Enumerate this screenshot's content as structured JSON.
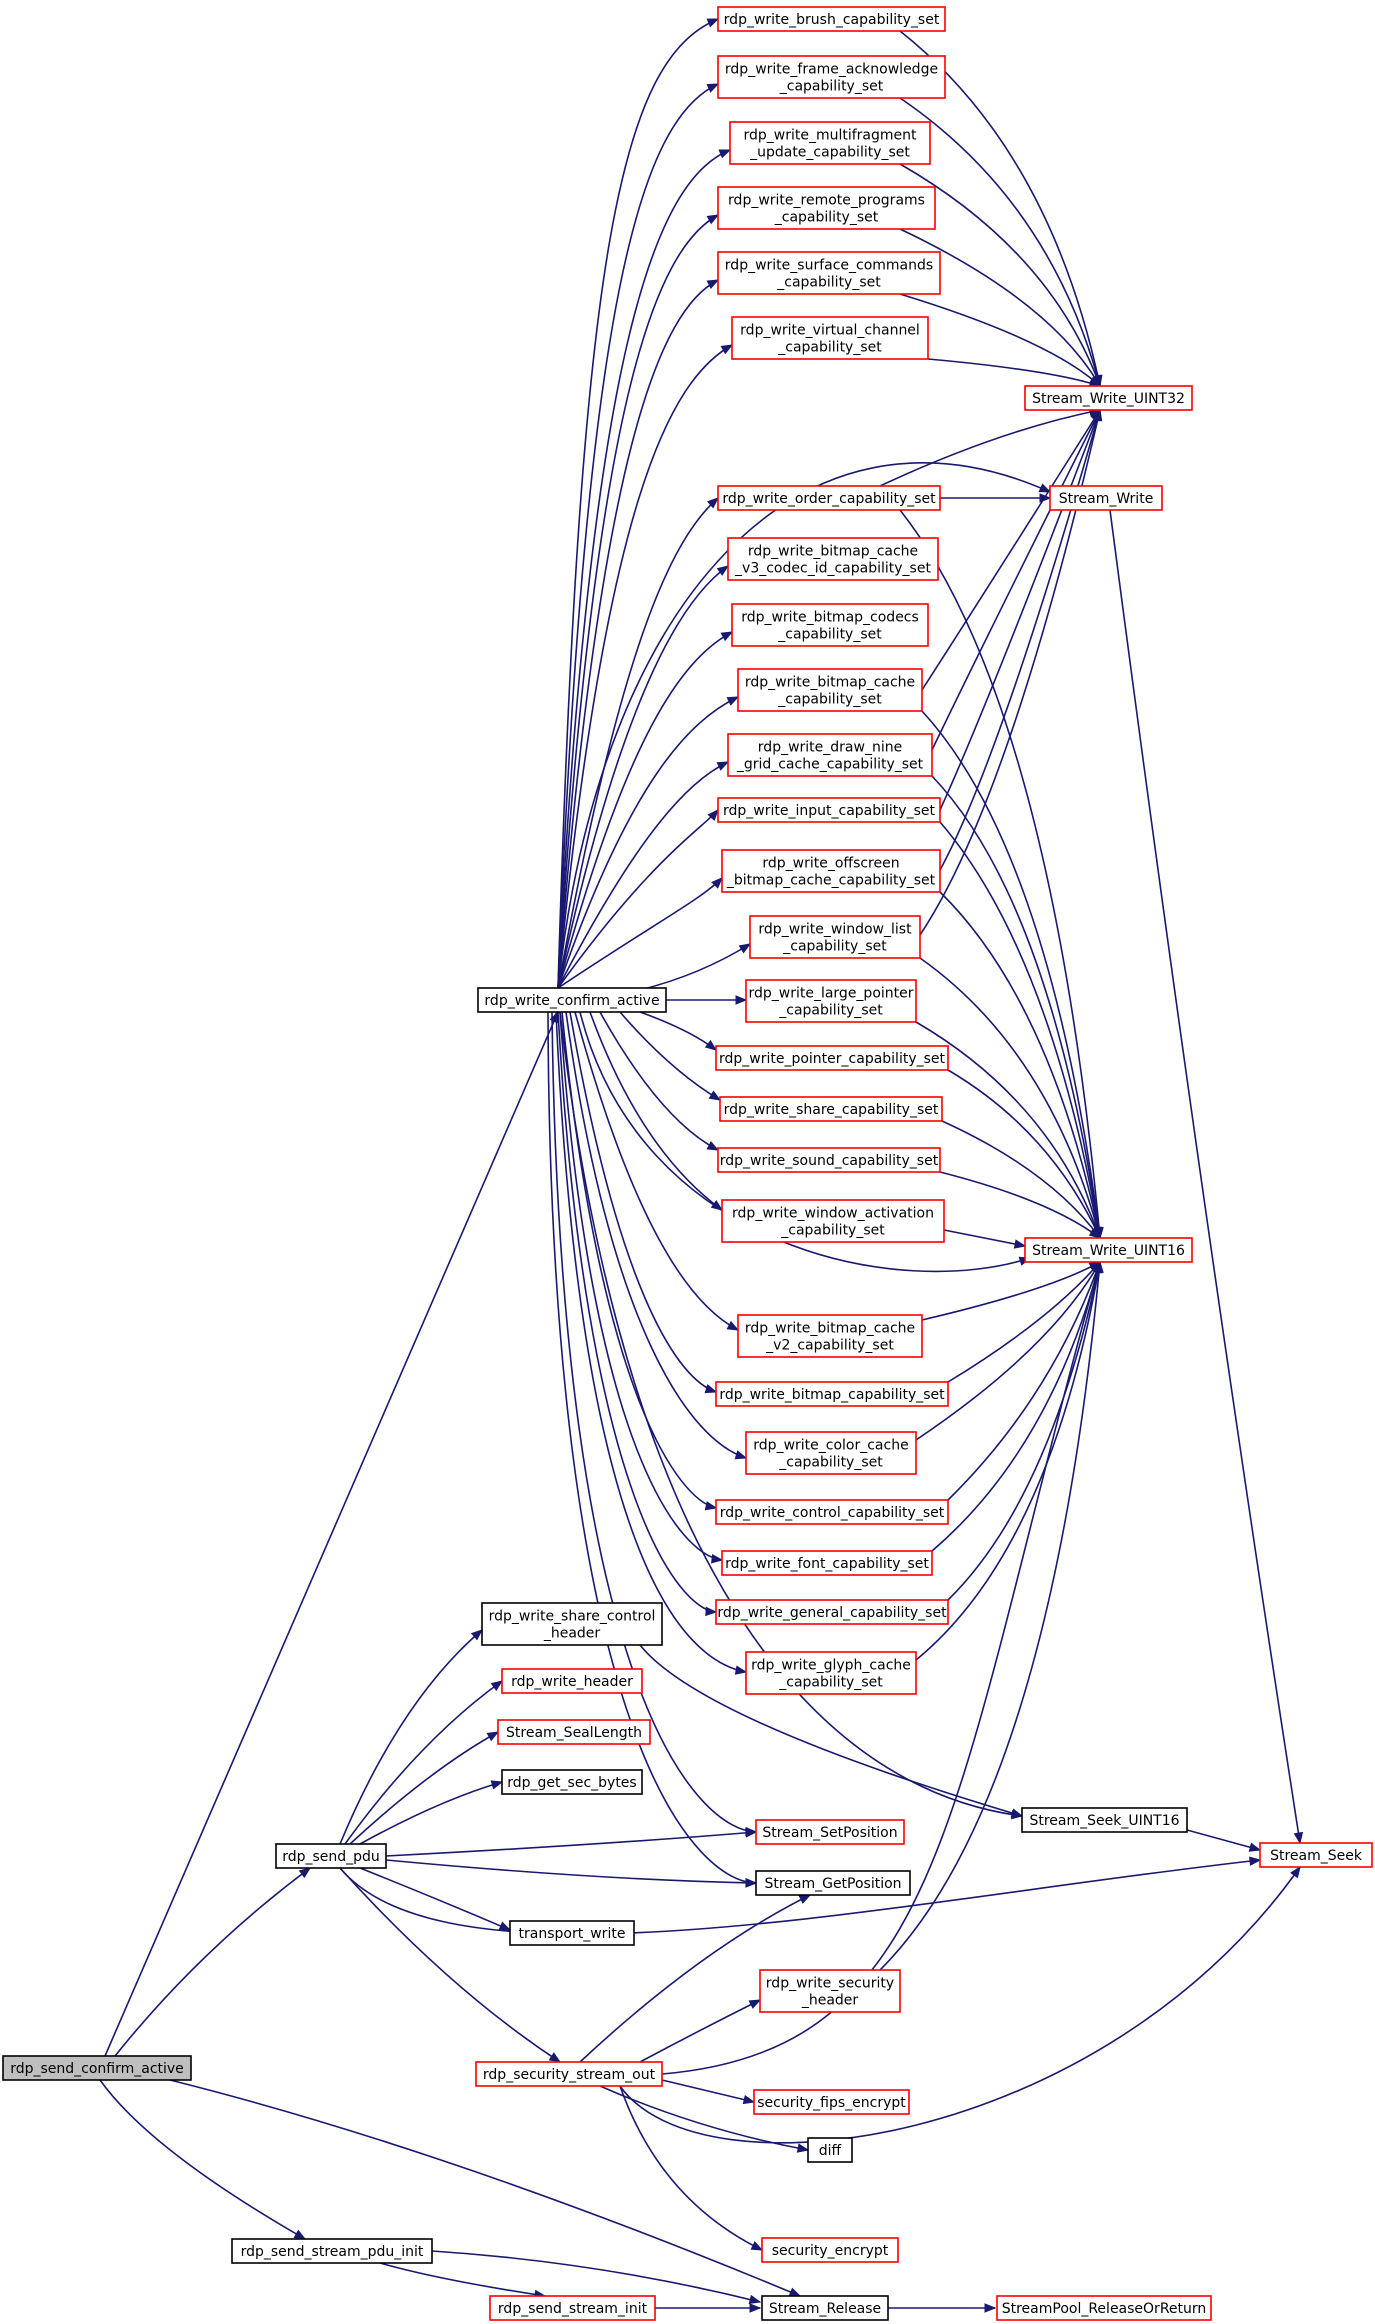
{
  "colors": {
    "edge": "#191970",
    "red_border": "#ff0000",
    "black_border": "#000000",
    "root_fill": "#bfbfbf",
    "node_fill": "#ffffff"
  },
  "nodes": [
    {
      "id": "root",
      "label": [
        "rdp_send_confirm_active"
      ],
      "style": "root"
    },
    {
      "id": "confirm",
      "label": [
        "rdp_write_confirm_active"
      ],
      "style": "black"
    },
    {
      "id": "send_pdu",
      "label": [
        "rdp_send_pdu"
      ],
      "style": "black"
    },
    {
      "id": "stream_pdu_init",
      "label": [
        "rdp_send_stream_pdu_init"
      ],
      "style": "black"
    },
    {
      "id": "send_stream_init",
      "label": [
        "rdp_send_stream_init"
      ],
      "style": "red"
    },
    {
      "id": "stream_release",
      "label": [
        "Stream_Release"
      ],
      "style": "black"
    },
    {
      "id": "pool_release",
      "label": [
        "StreamPool_ReleaseOrReturn"
      ],
      "style": "red"
    },
    {
      "id": "brush",
      "label": [
        "rdp_write_brush_capability_set"
      ],
      "style": "red"
    },
    {
      "id": "frame_ack",
      "label": [
        "rdp_write_frame_acknowledge",
        "_capability_set"
      ],
      "style": "red"
    },
    {
      "id": "multifrag",
      "label": [
        "rdp_write_multifragment",
        "_update_capability_set"
      ],
      "style": "red"
    },
    {
      "id": "remote_prog",
      "label": [
        "rdp_write_remote_programs",
        "_capability_set"
      ],
      "style": "red"
    },
    {
      "id": "surface",
      "label": [
        "rdp_write_surface_commands",
        "_capability_set"
      ],
      "style": "red"
    },
    {
      "id": "virtual_ch",
      "label": [
        "rdp_write_virtual_channel",
        "_capability_set"
      ],
      "style": "red"
    },
    {
      "id": "order",
      "label": [
        "rdp_write_order_capability_set"
      ],
      "style": "red"
    },
    {
      "id": "bmp_v3",
      "label": [
        "rdp_write_bitmap_cache",
        "_v3_codec_id_capability_set"
      ],
      "style": "red"
    },
    {
      "id": "bmp_codecs",
      "label": [
        "rdp_write_bitmap_codecs",
        "_capability_set"
      ],
      "style": "red"
    },
    {
      "id": "bmp_cache",
      "label": [
        "rdp_write_bitmap_cache",
        "_capability_set"
      ],
      "style": "red"
    },
    {
      "id": "nine_grid",
      "label": [
        "rdp_write_draw_nine",
        "_grid_cache_capability_set"
      ],
      "style": "red"
    },
    {
      "id": "input",
      "label": [
        "rdp_write_input_capability_set"
      ],
      "style": "red"
    },
    {
      "id": "offscreen",
      "label": [
        "rdp_write_offscreen",
        "_bitmap_cache_capability_set"
      ],
      "style": "red"
    },
    {
      "id": "window_list",
      "label": [
        "rdp_write_window_list",
        "_capability_set"
      ],
      "style": "red"
    },
    {
      "id": "large_ptr",
      "label": [
        "rdp_write_large_pointer",
        "_capability_set"
      ],
      "style": "red"
    },
    {
      "id": "pointer",
      "label": [
        "rdp_write_pointer_capability_set"
      ],
      "style": "red"
    },
    {
      "id": "share",
      "label": [
        "rdp_write_share_capability_set"
      ],
      "style": "red"
    },
    {
      "id": "sound",
      "label": [
        "rdp_write_sound_capability_set"
      ],
      "style": "red"
    },
    {
      "id": "win_act",
      "label": [
        "rdp_write_window_activation",
        "_capability_set"
      ],
      "style": "red"
    },
    {
      "id": "bmp_v2",
      "label": [
        "rdp_write_bitmap_cache",
        "_v2_capability_set"
      ],
      "style": "red"
    },
    {
      "id": "bitmap",
      "label": [
        "rdp_write_bitmap_capability_set"
      ],
      "style": "red"
    },
    {
      "id": "color",
      "label": [
        "rdp_write_color_cache",
        "_capability_set"
      ],
      "style": "red"
    },
    {
      "id": "control",
      "label": [
        "rdp_write_control_capability_set"
      ],
      "style": "red"
    },
    {
      "id": "font",
      "label": [
        "rdp_write_font_capability_set"
      ],
      "style": "red"
    },
    {
      "id": "general",
      "label": [
        "rdp_write_general_capability_set"
      ],
      "style": "red"
    },
    {
      "id": "glyph",
      "label": [
        "rdp_write_glyph_cache",
        "_capability_set"
      ],
      "style": "red"
    },
    {
      "id": "share_ctrl_hdr",
      "label": [
        "rdp_write_share_control",
        "_header"
      ],
      "style": "black"
    },
    {
      "id": "write_header",
      "label": [
        "rdp_write_header"
      ],
      "style": "red"
    },
    {
      "id": "seal_length",
      "label": [
        "Stream_SealLength"
      ],
      "style": "red"
    },
    {
      "id": "get_sec_bytes",
      "label": [
        "rdp_get_sec_bytes"
      ],
      "style": "black"
    },
    {
      "id": "set_position",
      "label": [
        "Stream_SetPosition"
      ],
      "style": "red"
    },
    {
      "id": "get_position",
      "label": [
        "Stream_GetPosition"
      ],
      "style": "black"
    },
    {
      "id": "transport_write",
      "label": [
        "transport_write"
      ],
      "style": "black"
    },
    {
      "id": "sec_hdr",
      "label": [
        "rdp_write_security",
        "_header"
      ],
      "style": "red"
    },
    {
      "id": "sec_stream_out",
      "label": [
        "rdp_security_stream_out"
      ],
      "style": "red"
    },
    {
      "id": "fips",
      "label": [
        "security_fips_encrypt"
      ],
      "style": "red"
    },
    {
      "id": "diff",
      "label": [
        "diff"
      ],
      "style": "black"
    },
    {
      "id": "sec_encrypt",
      "label": [
        "security_encrypt"
      ],
      "style": "red"
    },
    {
      "id": "w_uint32",
      "label": [
        "Stream_Write_UINT32"
      ],
      "style": "red"
    },
    {
      "id": "w_stream",
      "label": [
        "Stream_Write"
      ],
      "style": "red"
    },
    {
      "id": "w_uint16",
      "label": [
        "Stream_Write_UINT16"
      ],
      "style": "red"
    },
    {
      "id": "seek_uint16",
      "label": [
        "Stream_Seek_UINT16"
      ],
      "style": "black"
    },
    {
      "id": "seek",
      "label": [
        "Stream_Seek"
      ],
      "style": "red"
    }
  ]
}
